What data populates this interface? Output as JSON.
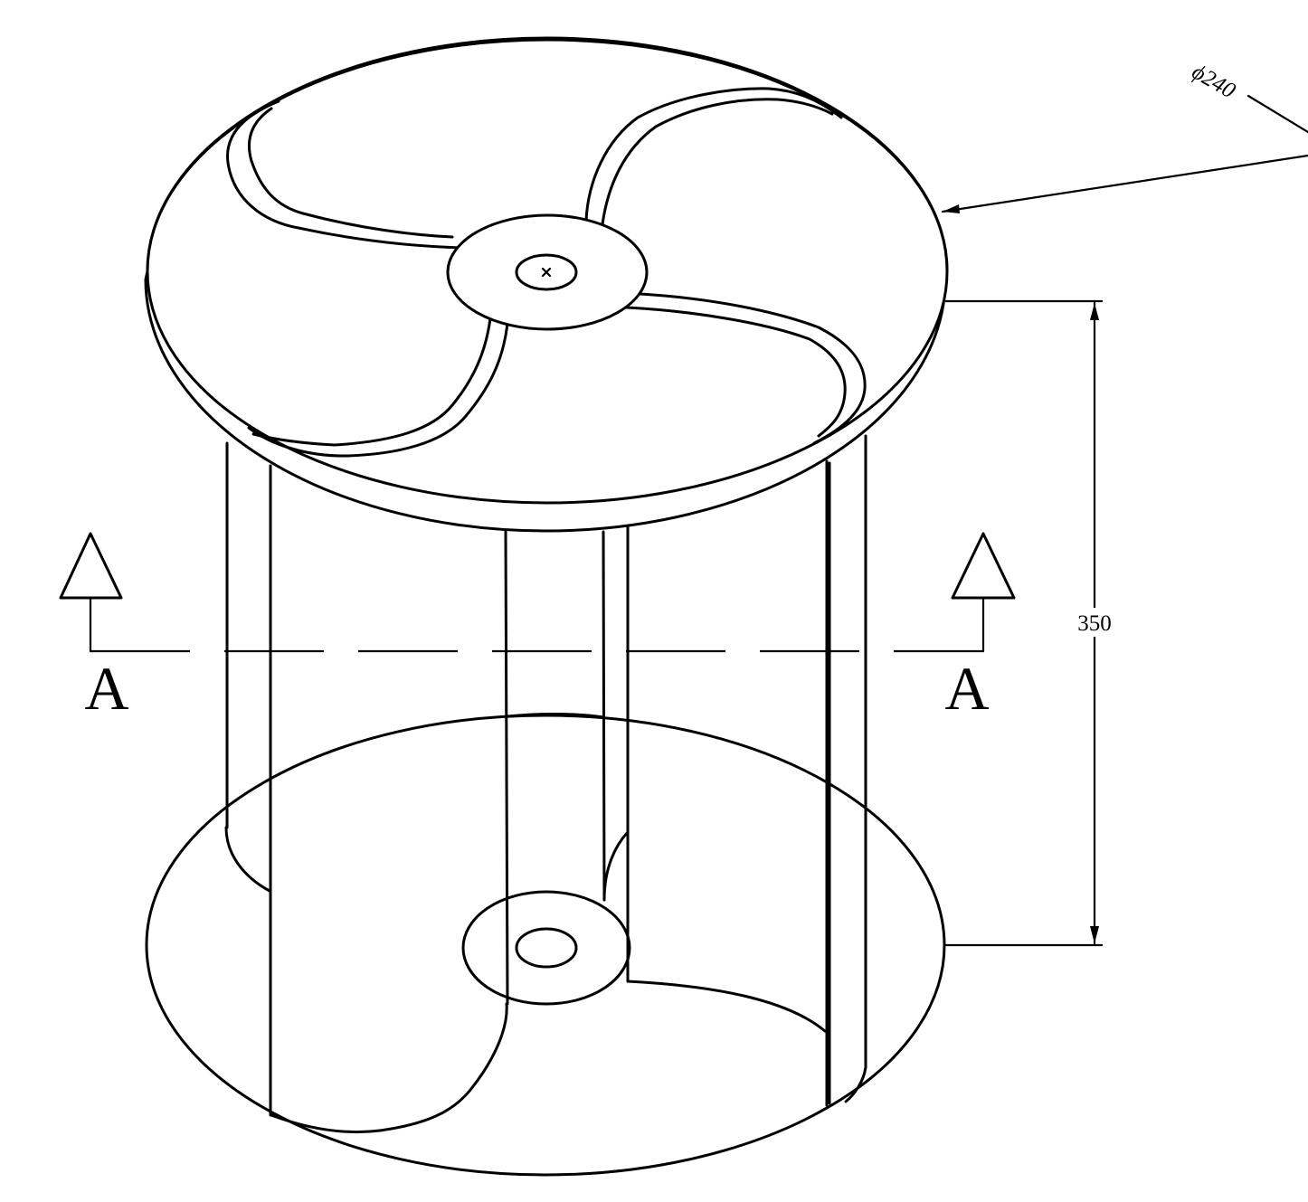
{
  "dimensions": {
    "diameter_label": "ϕ240",
    "height_label": "350"
  },
  "section": {
    "left_label": "A",
    "right_label": "A"
  }
}
